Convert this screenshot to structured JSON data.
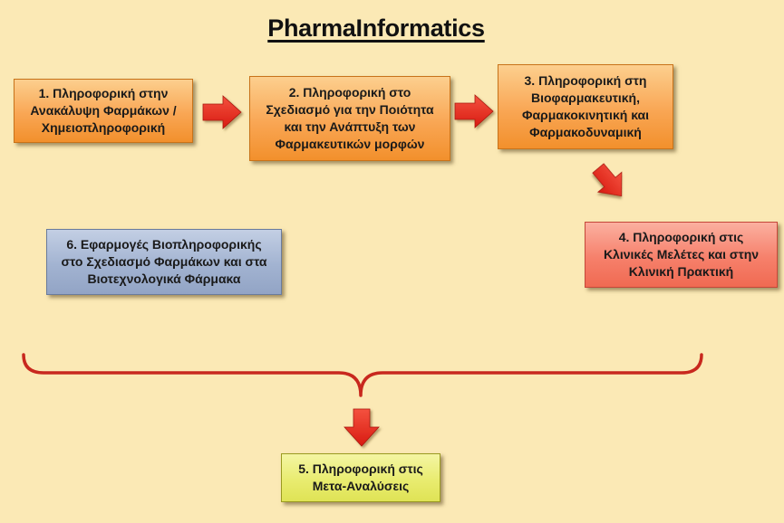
{
  "title": "PharmaInformatics",
  "boxes": {
    "box1": "1. Πληροφορική στην\nΑνακάλυψη Φαρμάκων /\nΧημειοπληροφορική",
    "box2": "2. Πληροφορική στο\nΣχεδιασμό για την Ποιότητα\nκαι την Ανάπτυξη των\nΦαρμακευτικών μορφών",
    "box3": "3. Πληροφορική στη\nΒιοφαρμακευτική,\nΦαρμακοκινητική και\nΦαρμακοδυναμική",
    "box4": "4. Πληροφορική στις\nΚλινικές Μελέτες και στην\nΚλινική Πρακτική",
    "box5": "5. Πληροφορική στις\nΜετα-Αναλύσεις",
    "box6": "6. Εφαρμογές Βιοπληροφορικής\nστο Σχεδιασμό Φαρμάκων και στα\nΒιοτεχνολογικά Φάρμακα"
  },
  "colors": {
    "background": "#fbe9b5",
    "arrow": "#e8261d",
    "brace": "#c8281e",
    "orange_box": "#f9a654",
    "red_box": "#f6806b",
    "blue_box": "#a2b3d1",
    "yellow_box": "#e9ec70"
  }
}
